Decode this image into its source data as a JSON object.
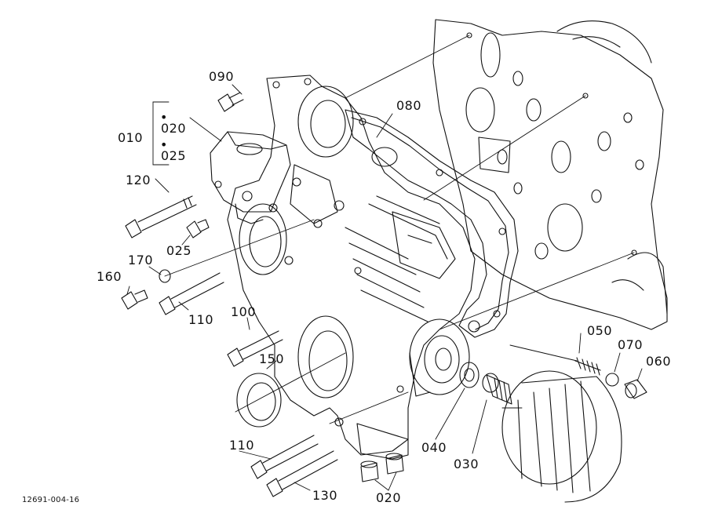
{
  "labels": {
    "p090": "090",
    "p010": "010",
    "p020_top": "020",
    "p025_top": "025",
    "p080": "080",
    "p120": "120",
    "p025_mid": "025",
    "p170": "170",
    "p160": "160",
    "p110_top": "110",
    "p100": "100",
    "p150": "150",
    "p050": "050",
    "p070": "070",
    "p060": "060",
    "p040": "040",
    "p030": "030",
    "p110_bot": "110",
    "p130": "130",
    "p020_bot": "020"
  },
  "figure_code": "12691-004-16",
  "colors": {
    "ink": "#111111",
    "paper": "#ffffff"
  }
}
